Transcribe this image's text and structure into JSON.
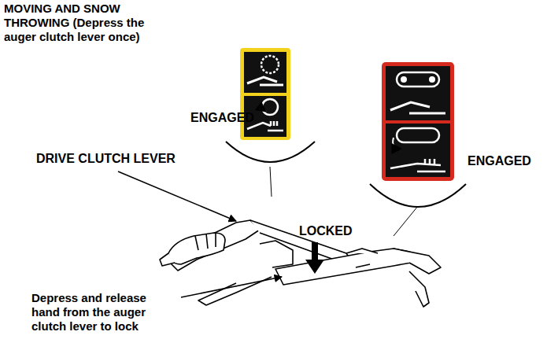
{
  "diagram": {
    "title": "MOVING AND SNOW THROWING (Depress the auger clutch lever once)",
    "labels": [
      "ENGAGED",
      "ENGAGED",
      "DRIVE CLUTCH LEVER",
      "LOCKED",
      "Depress and release hand from the auger clutch lever to lock"
    ]
  }
}
